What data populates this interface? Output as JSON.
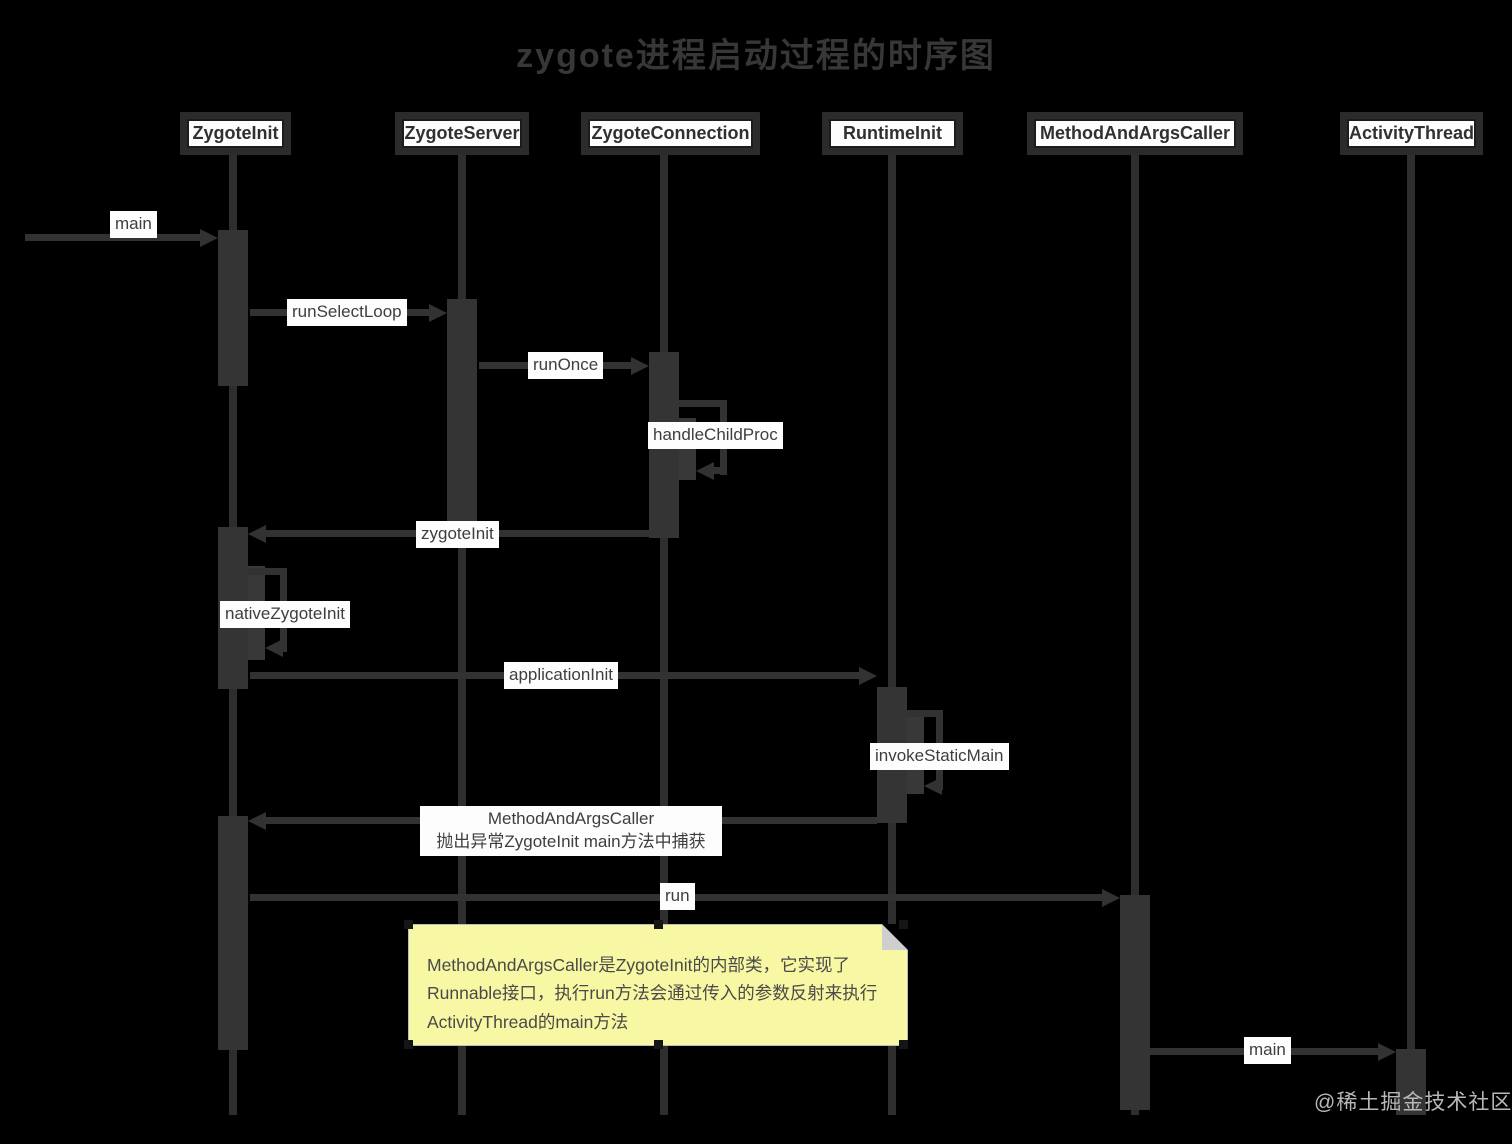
{
  "title": "zygote进程启动过程的时序图",
  "participants": [
    {
      "label": "ZygoteInit"
    },
    {
      "label": "ZygoteServer"
    },
    {
      "label": "ZygoteConnection"
    },
    {
      "label": "RuntimeInit"
    },
    {
      "label": "MethodAndArgsCaller"
    },
    {
      "label": "ActivityThread"
    }
  ],
  "messages": {
    "main": "main",
    "run_select_loop": "runSelectLoop",
    "run_once": "runOnce",
    "handle_child_proc": "handleChildProc",
    "zygote_init": "zygoteInit",
    "native_zygote_init": "nativeZygoteInit",
    "application_init": "applicationInit",
    "invoke_static_main": "invokeStaticMain",
    "exception_line1": "MethodAndArgsCaller",
    "exception_line2": "抛出异常ZygoteInit main方法中捕获",
    "run": "run",
    "main_activity": "main"
  },
  "note": {
    "text": "MethodAndArgsCaller是ZygoteInit的内部类，它实现了Runnable接口，执行run方法会通过传入的参数反射来执行ActivityThread的main方法"
  },
  "watermark": "@稀土掘金技术社区",
  "colors": {
    "background": "#000000",
    "line": "#323232",
    "label_bg": "#fdfdfd",
    "label_text": "#3e3e3e",
    "title_text": "#373737",
    "note_bg": "#f8f7a3",
    "note_border": "#bdbdbd",
    "note_text": "#4a4a4a",
    "watermark_text": "#b8b8b8"
  }
}
